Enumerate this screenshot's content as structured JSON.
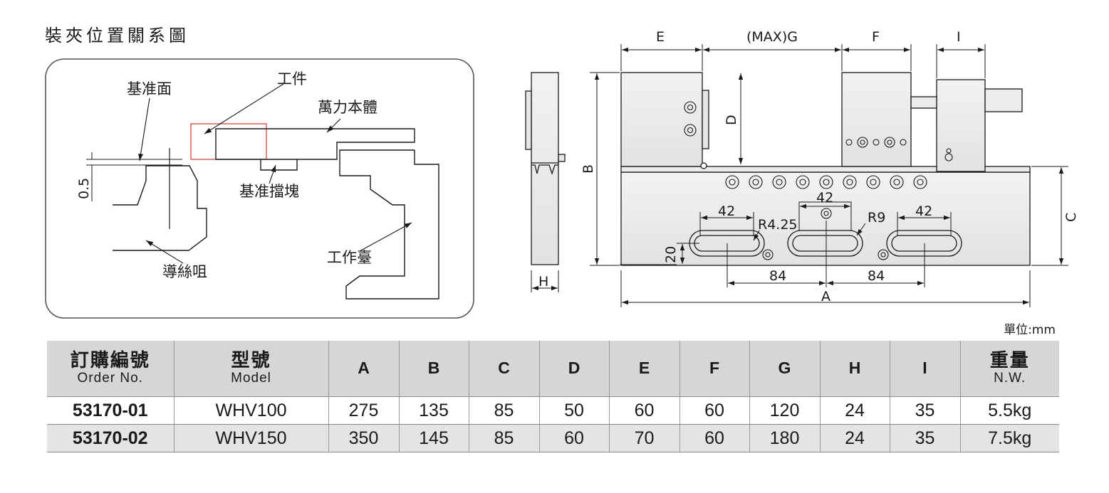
{
  "section_title": "裝夾位置關系圖",
  "setup_labels": {
    "reference_surface": "基准面",
    "workpiece": "工件",
    "vise_body": "萬力本體",
    "offset": "0.5",
    "reference_stop": "基准擋塊",
    "lead_screw": "導絲咀",
    "work_table": "工作臺"
  },
  "dimension_labels": {
    "E": "E",
    "G": "(MAX)G",
    "F": "F",
    "I": "I",
    "D": "D",
    "B": "B",
    "C": "C",
    "H": "H",
    "A": "A",
    "slot_left": "42",
    "slot_center": "42",
    "slot_right": "42",
    "radius_left": "R4.25",
    "radius_right": "R9",
    "height_20": "20",
    "pitch_left": "84",
    "pitch_right": "84"
  },
  "unit_note": "單位:mm",
  "table": {
    "headers": [
      {
        "zh": "訂購編號",
        "en": "Order No."
      },
      {
        "zh": "型號",
        "en": "Model"
      },
      {
        "en": "A"
      },
      {
        "en": "B"
      },
      {
        "en": "C"
      },
      {
        "en": "D"
      },
      {
        "en": "E"
      },
      {
        "en": "F"
      },
      {
        "en": "G"
      },
      {
        "en": "H"
      },
      {
        "en": "I"
      },
      {
        "zh": "重量",
        "en": "N.W."
      }
    ],
    "rows": [
      [
        "53170-01",
        "WHV100",
        "275",
        "135",
        "85",
        "50",
        "60",
        "60",
        "120",
        "24",
        "35",
        "5.5kg"
      ],
      [
        "53170-02",
        "WHV150",
        "350",
        "145",
        "85",
        "60",
        "70",
        "60",
        "180",
        "24",
        "35",
        "7.5kg"
      ]
    ]
  }
}
